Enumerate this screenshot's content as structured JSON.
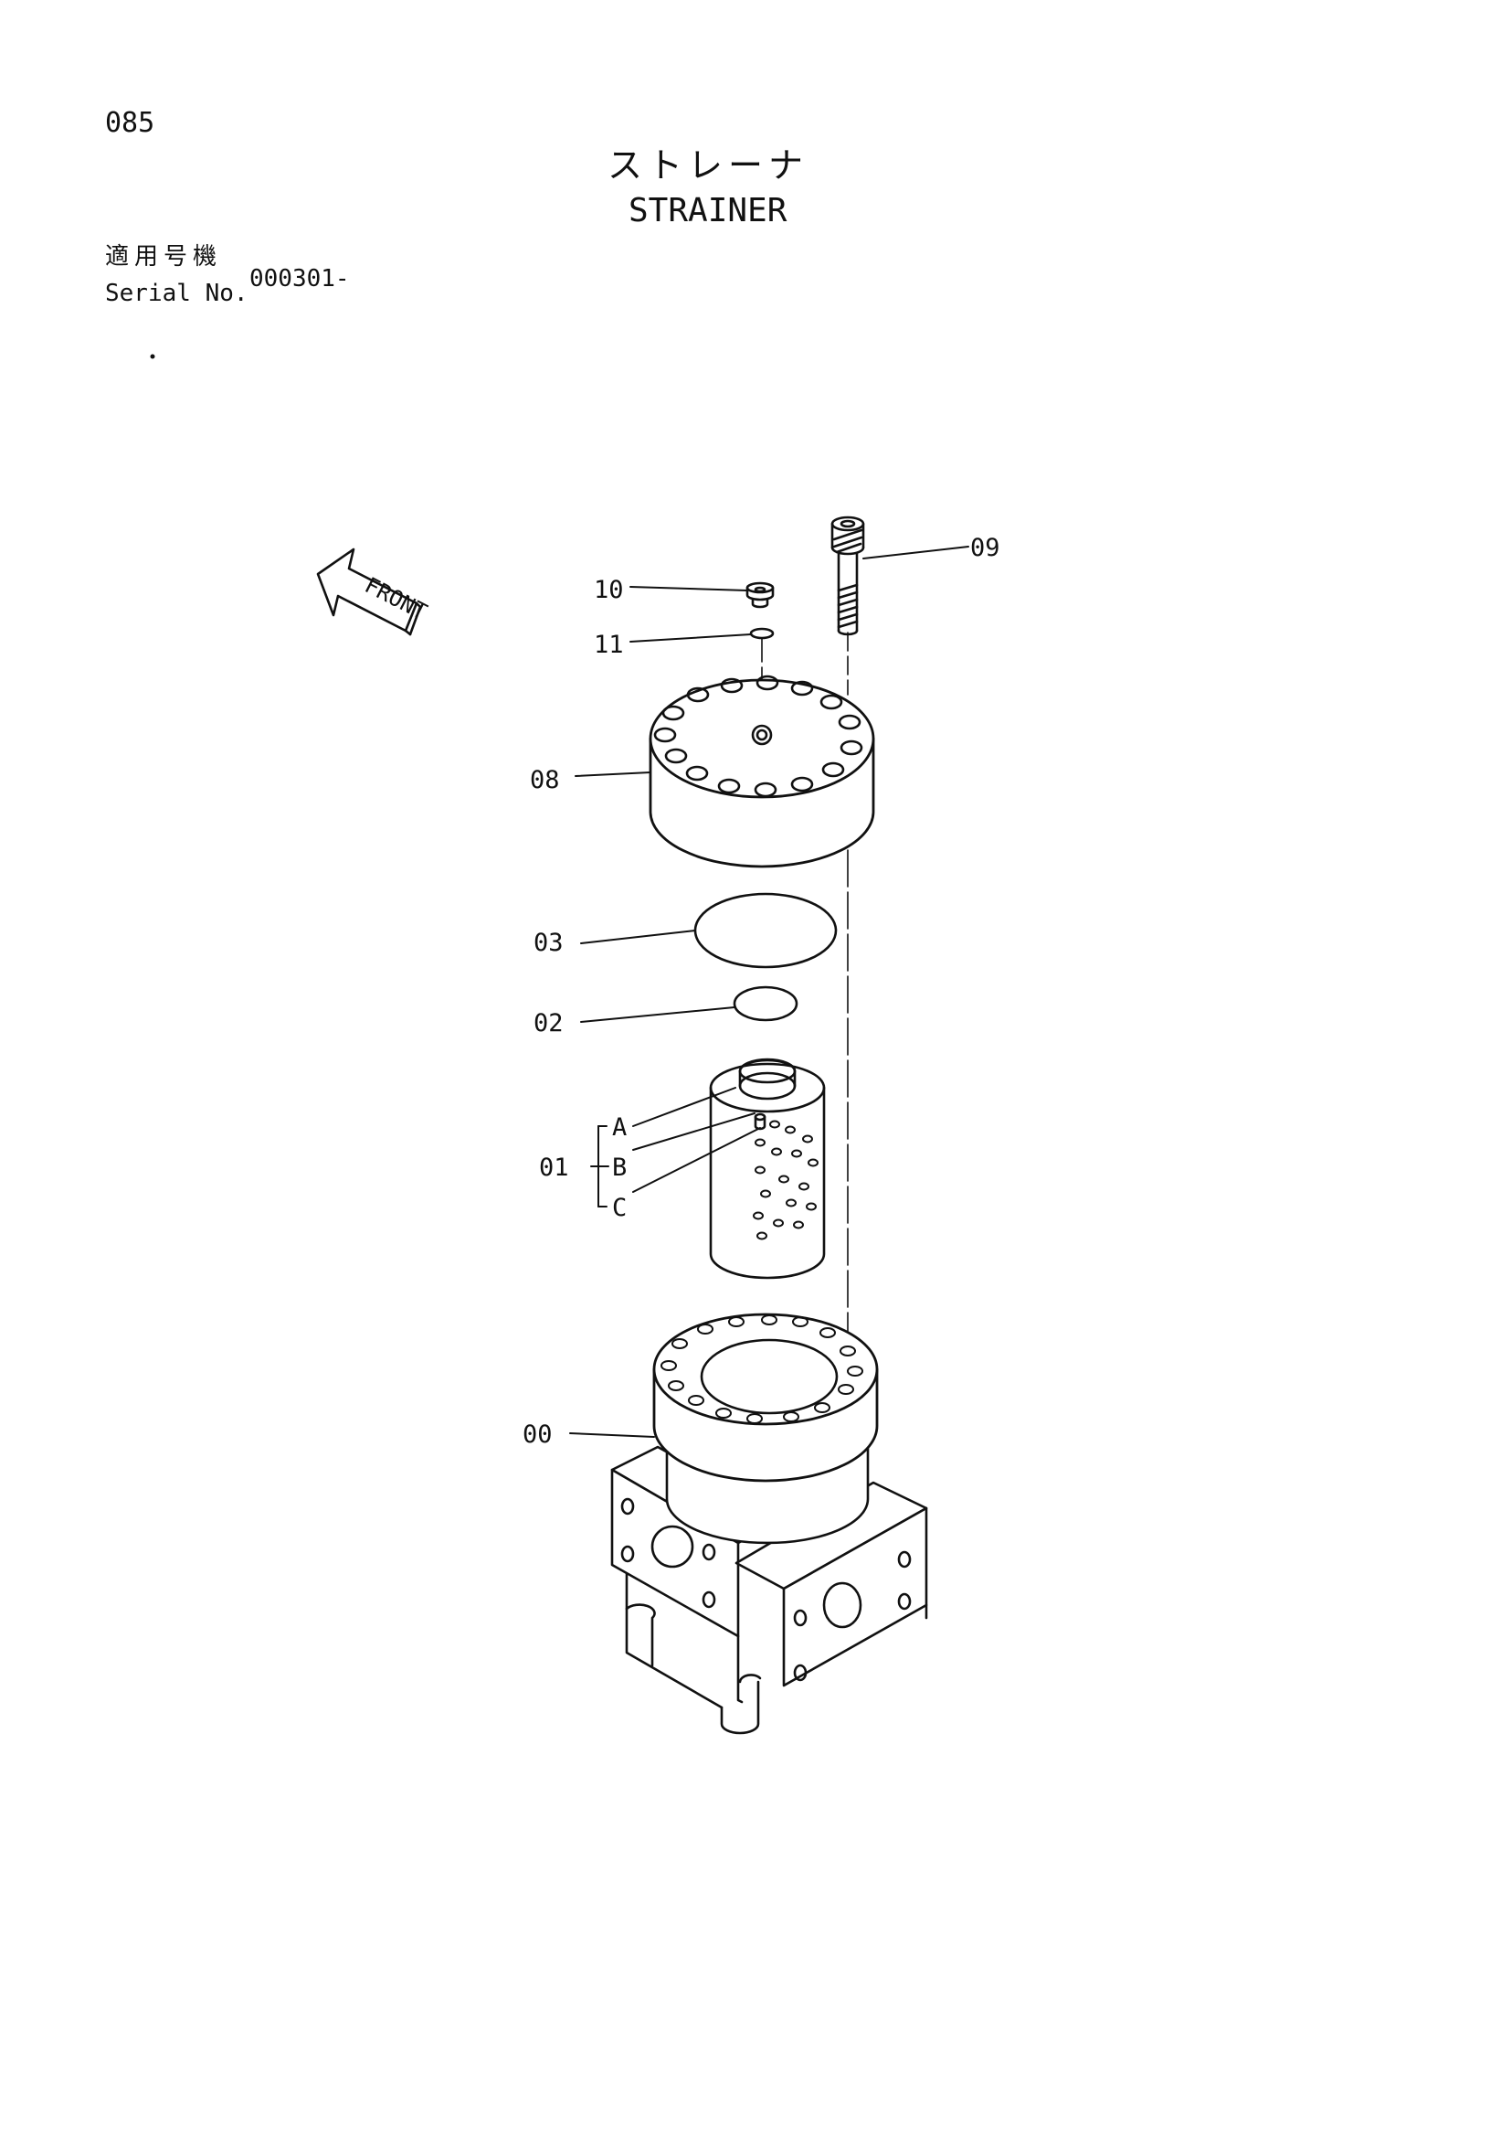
{
  "page": {
    "number": "085"
  },
  "title": {
    "japanese": "ストレーナ",
    "english": "STRAINER"
  },
  "serial": {
    "label_jp": "適用号機",
    "label_en": "Serial No.",
    "value": "000301-"
  },
  "orientation_marker": {
    "label": "FRONT",
    "icon": "front-arrow-icon"
  },
  "callouts": {
    "c00": "00",
    "c01": "01",
    "c02": "02",
    "c03": "03",
    "c08": "08",
    "c09": "09",
    "c10": "10",
    "c11": "11",
    "subA": "A",
    "subB": "B",
    "subC": "C"
  }
}
